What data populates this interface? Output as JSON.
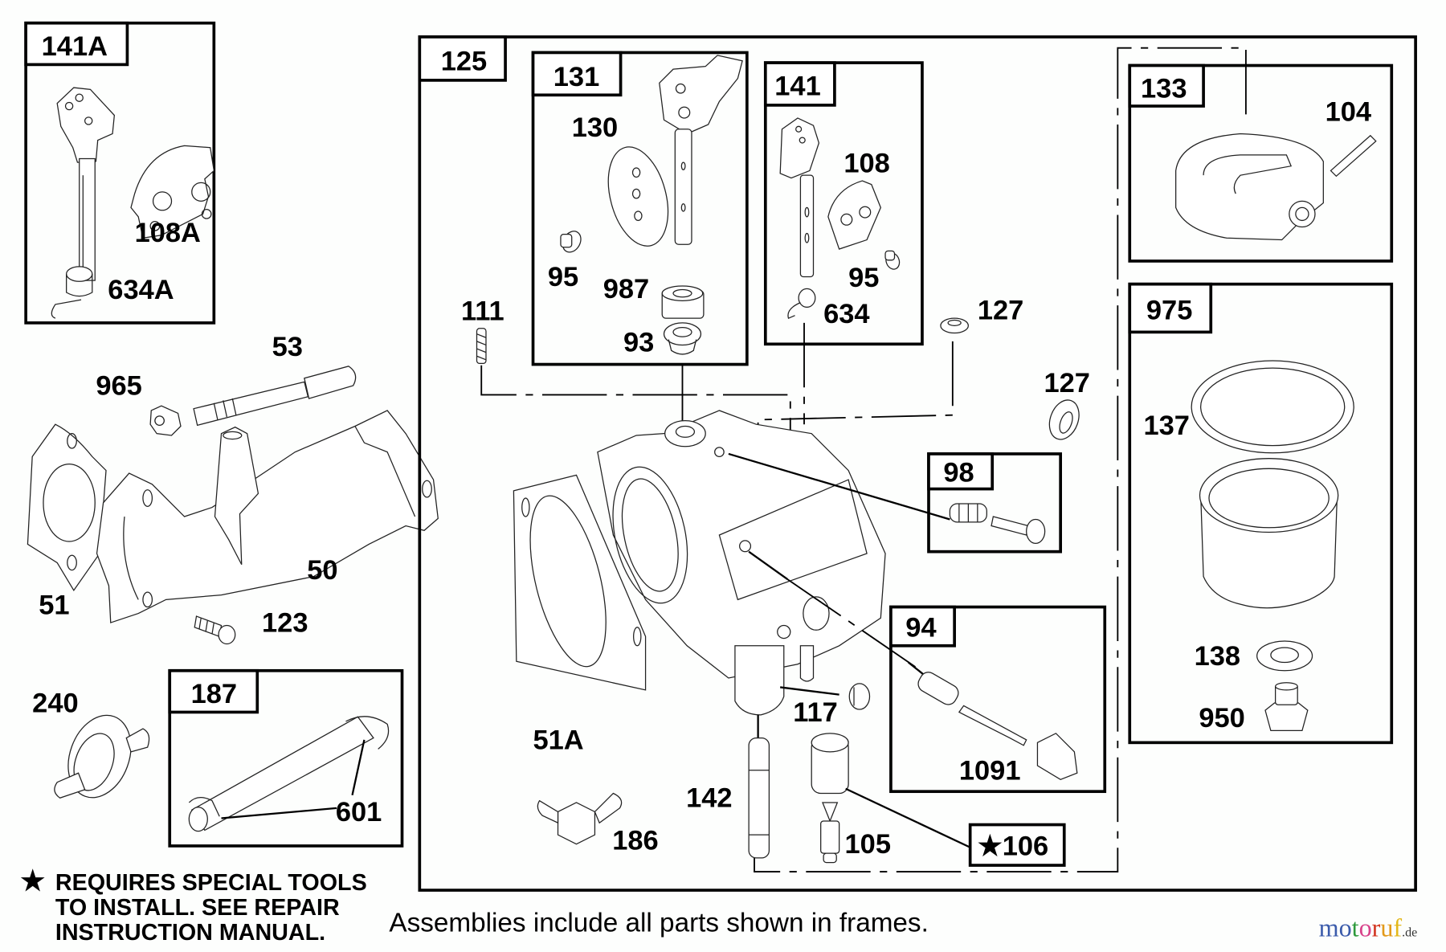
{
  "diagram": {
    "type": "exploded-parts-diagram",
    "subject": "carburetor assembly",
    "frames": [
      {
        "id": "141A",
        "tag": "141A",
        "parts": [
          "108A",
          "634A"
        ]
      },
      {
        "id": "125",
        "tag": "125",
        "parts": [
          "111",
          "127",
          "127",
          "51A",
          "142",
          "117",
          "105",
          "186"
        ]
      },
      {
        "id": "131",
        "tag": "131",
        "parts": [
          "130",
          "95",
          "987",
          "93"
        ]
      },
      {
        "id": "141",
        "tag": "141",
        "parts": [
          "108",
          "95",
          "634"
        ]
      },
      {
        "id": "133",
        "tag": "133",
        "parts": [
          "104"
        ]
      },
      {
        "id": "975",
        "tag": "975",
        "parts": [
          "137",
          "138",
          "950"
        ]
      },
      {
        "id": "98",
        "tag": "98",
        "parts": []
      },
      {
        "id": "94",
        "tag": "94",
        "parts": [
          "1091"
        ]
      },
      {
        "id": "187",
        "tag": "187",
        "parts": [
          "601"
        ]
      },
      {
        "id": "106",
        "tag": "★106",
        "parts": []
      }
    ],
    "labels": {
      "l108A": "108A",
      "l634A": "634A",
      "l53": "53",
      "l965": "965",
      "l50": "50",
      "l51": "51",
      "l123": "123",
      "l240": "240",
      "l601": "601",
      "l130": "130",
      "l95a": "95",
      "l987": "987",
      "l93": "93",
      "l108": "108",
      "l95b": "95",
      "l634": "634",
      "l111": "111",
      "l127a": "127",
      "l127b": "127",
      "l104": "104",
      "l137": "137",
      "l138": "138",
      "l950": "950",
      "l51A": "51A",
      "l117": "117",
      "l1091": "1091",
      "l142": "142",
      "l105": "105",
      "l186": "186"
    }
  },
  "notes": {
    "star": "★",
    "special_tools_line1": "REQUIRES SPECIAL TOOLS",
    "special_tools_line2": "TO INSTALL.  SEE REPAIR",
    "special_tools_line3": "INSTRUCTION MANUAL.",
    "assemblies_caption": "Assemblies include all parts shown in frames."
  },
  "watermark": {
    "letters": [
      "m",
      "o",
      "t",
      "o",
      "r",
      "u",
      "f"
    ],
    "suffix": ".de",
    "colors": [
      "#3b5bab",
      "#3b5bab",
      "#2e9a3c",
      "#d8428a",
      "#d2351f",
      "#e39a1a",
      "#e3b81a"
    ]
  }
}
